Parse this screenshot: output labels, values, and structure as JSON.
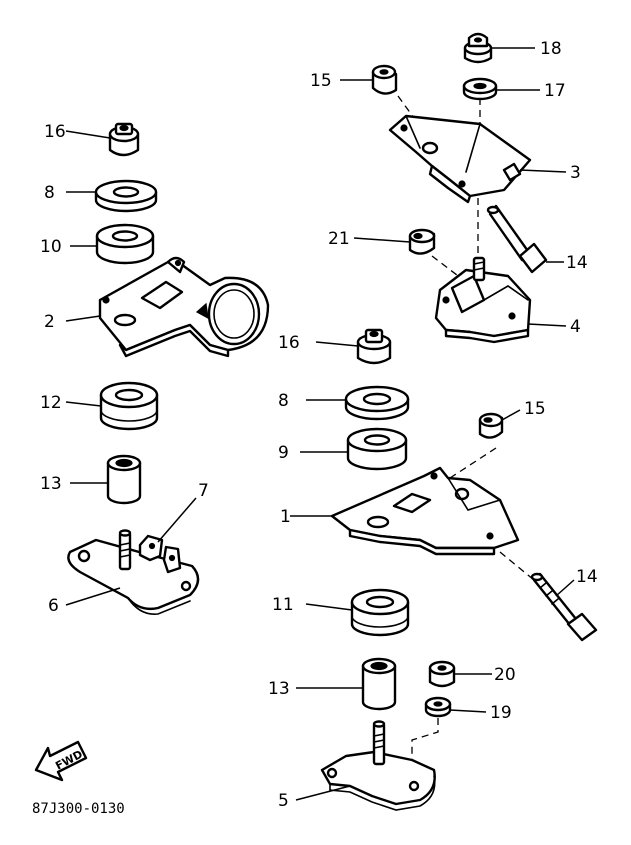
{
  "callouts": {
    "c1": "1",
    "c2": "2",
    "c3": "3",
    "c4": "4",
    "c5": "5",
    "c6": "6",
    "c7": "7",
    "c8a": "8",
    "c8b": "8",
    "c9": "9",
    "c10": "10",
    "c11": "11",
    "c12": "12",
    "c13a": "13",
    "c13b": "13",
    "c14a": "14",
    "c14b": "14",
    "c15a": "15",
    "c15b": "15",
    "c16a": "16",
    "c16b": "16",
    "c17": "17",
    "c18": "18",
    "c19": "19",
    "c20": "20",
    "c21": "21"
  },
  "direction_arrow": "FWD",
  "drawing_code": "87J300-0130"
}
